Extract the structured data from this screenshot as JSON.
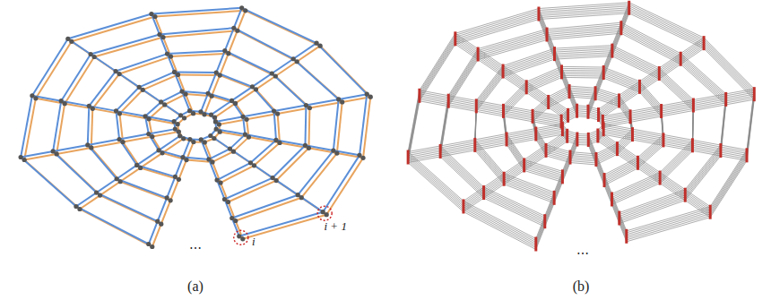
{
  "diagram": {
    "labels": [
      "i + 1",
      "i",
      "⋯",
      "⋯",
      "(a)",
      "(b)"
    ]
  }
}
